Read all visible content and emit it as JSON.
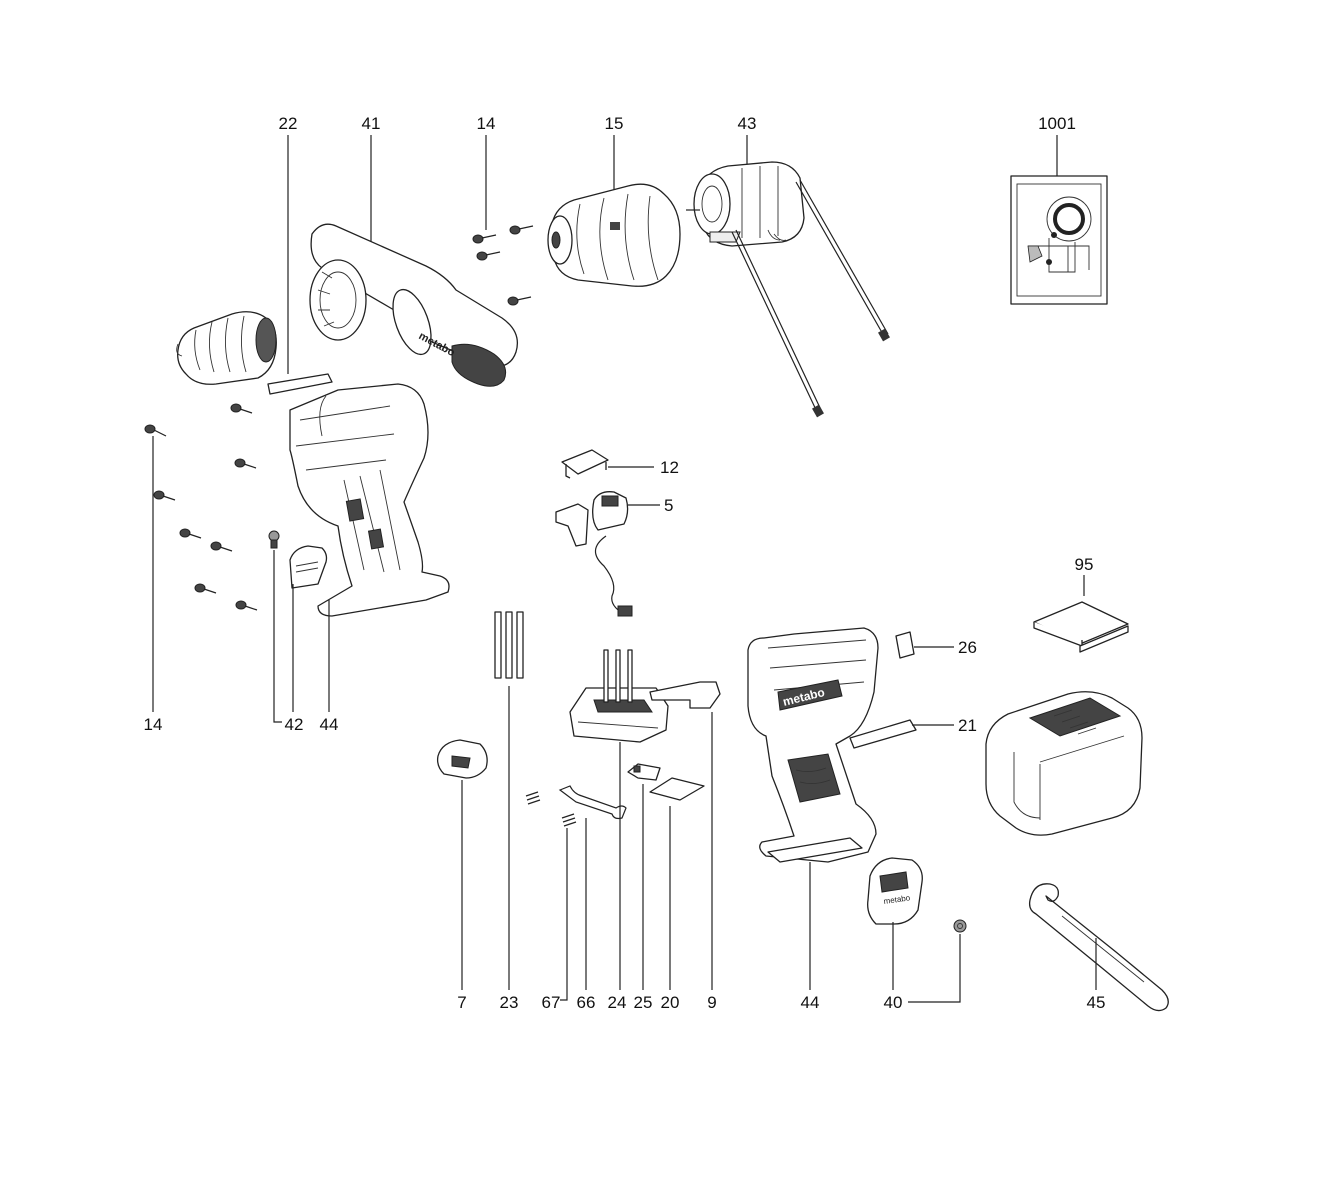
{
  "labels": {
    "l22": "22",
    "l41": "41",
    "l14_top": "14",
    "l15": "15",
    "l43": "43",
    "l1001": "1001",
    "l12": "12",
    "l5": "5",
    "l95": "95",
    "l26": "26",
    "l21": "21",
    "l14_left": "14",
    "l42": "42",
    "l44_left": "44",
    "l7": "7",
    "l23": "23",
    "l67": "67",
    "l66": "66",
    "l24": "24",
    "l25": "25",
    "l20": "20",
    "l9": "9",
    "l44_right": "44",
    "l40": "40",
    "l45": "45"
  },
  "brand": {
    "handle_text": "metabo",
    "housing_text": "metabo",
    "cover_text": "metabo"
  }
}
